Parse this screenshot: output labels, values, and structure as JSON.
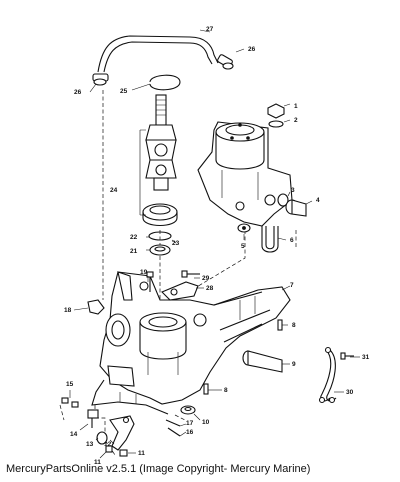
{
  "caption": "MercuryPartsOnline v2.5.1 (Image Copyright- Mercury Marine)",
  "callouts": [
    "27",
    "26",
    "26",
    "25",
    "1",
    "2",
    "24",
    "3",
    "4",
    "22",
    "23",
    "5",
    "6",
    "21",
    "19",
    "29",
    "28",
    "7",
    "18",
    "8",
    "9",
    "31",
    "30",
    "15",
    "8",
    "10",
    "17",
    "16",
    "14",
    "13",
    "12",
    "11",
    "11"
  ]
}
